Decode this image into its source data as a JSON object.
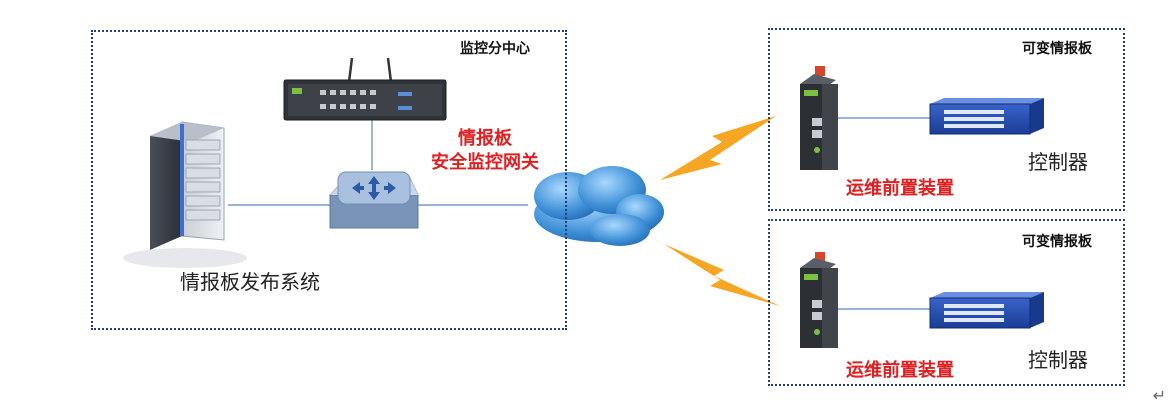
{
  "monitoring_center": {
    "title": "监控分中心"
  },
  "publish_system": {
    "label": "情报板发布系统"
  },
  "gateway": {
    "line1": "情报板",
    "line2": "安全监控网关"
  },
  "board_top": {
    "title": "可变情报板",
    "device_label": "运维前置装置",
    "controller_label": "控制器"
  },
  "board_bottom": {
    "title": "可变情报板",
    "device_label": "运维前置装置",
    "controller_label": "控制器"
  },
  "colors": {
    "border": "#1f3f78",
    "accent_red": "#e02020",
    "line": "#5a86b8",
    "lightning": "#f5a623",
    "cloud": "#3d8fd6"
  }
}
